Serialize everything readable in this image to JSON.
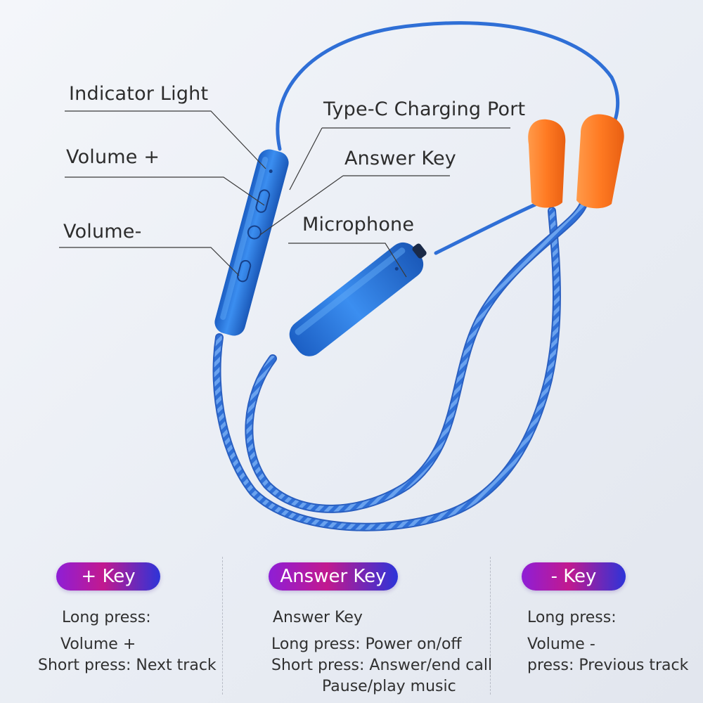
{
  "callouts": {
    "indicator_light": "Indicator Light",
    "volume_plus": "Volume +",
    "volume_minus": "Volume-",
    "type_c_port": "Type-C Charging Port",
    "answer_key": "Answer Key",
    "microphone": "Microphone"
  },
  "colors": {
    "cable_blue": "#2f6fd6",
    "module_blue": "#2a7de0",
    "earplug_orange": "#ff7f2a",
    "badge_purple": "#8e1ed6",
    "badge_magenta": "#c2198f",
    "badge_blue": "#2d34d8"
  },
  "sections": {
    "plus_key": {
      "badge": "+ Key",
      "heading": "Long press:",
      "line1": "Volume +",
      "line2": "Short press: Next track"
    },
    "answer_key": {
      "badge": "Answer Key",
      "heading": "Answer Key",
      "line1": "Long press: Power on/off",
      "line2": "Short press: Answer/end call",
      "line3": "Pause/play music"
    },
    "minus_key": {
      "badge": "- Key",
      "heading": "Long press:",
      "line1": "Volume -",
      "line2": "press: Previous track"
    }
  }
}
